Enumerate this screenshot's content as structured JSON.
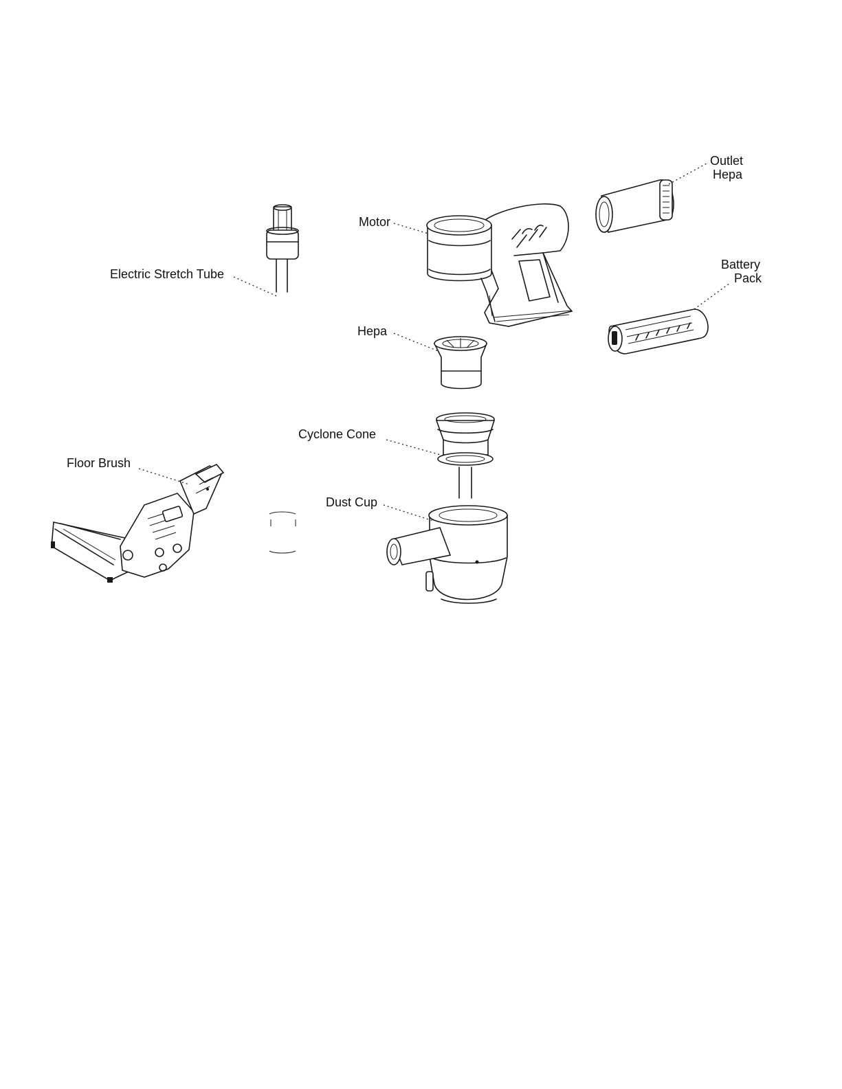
{
  "labels": {
    "outlet_hepa_line1": "Outlet",
    "outlet_hepa_line2": "Hepa",
    "motor": "Motor",
    "electric_stretch_tube": "Electric Stretch Tube",
    "battery_pack_line1": "Battery",
    "battery_pack_line2": "Pack",
    "hepa": "Hepa",
    "cyclone_cone": "Cyclone Cone",
    "floor_brush": "Floor Brush",
    "dust_cup": "Dust Cup"
  },
  "colors": {
    "line": "#1a1a1a",
    "background": "#ffffff"
  }
}
